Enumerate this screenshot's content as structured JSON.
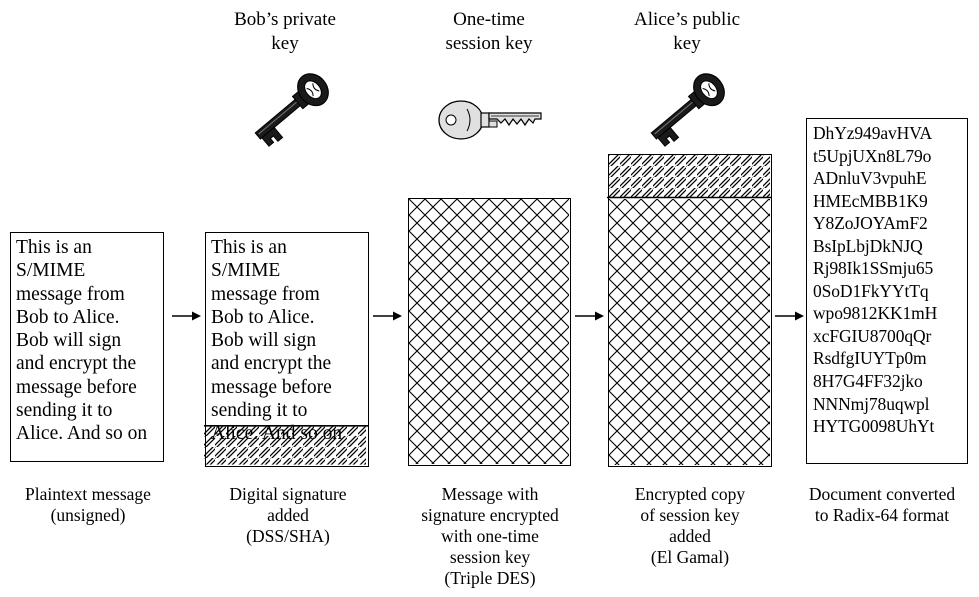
{
  "key_labels": {
    "bob_private": "Bob’s private\nkey",
    "session": "One-time\nsession key",
    "alice_public": "Alice’s public\nkey"
  },
  "icons": {
    "bob_key": "dark-key-icon",
    "session_key": "light-key-icon",
    "alice_key": "dark-key-icon",
    "arrow": "right-arrow-icon"
  },
  "boxes": {
    "plaintext_text": "This is an\nS/MIME\nmessage from\nBob to Alice.\nBob will sign\nand encrypt the\nmessage before\nsending it to\nAlice. And so on",
    "signed_text": "This is an\nS/MIME\nmessage from\nBob to Alice.\nBob will sign\nand encrypt the\nmessage before\nsending it to\nAlice. And so on",
    "radix_text": "DhYz949avHVA\nt5UpjUXn8L79o\nADnluV3vpuhE\nHMEcMBB1K9\nY8ZoJOYAmF2\nBsIpLbjDkNJQ\nRj98Ik1SSmju65\n0SoD1FkYYtTq\nwpo9812KK1mH\nxcFGIU8700qQr\nRsdfgIUYTp0m\n8H7G4FF32jko\nNNNmj78uqwpl\nHYTG0098UhYt"
  },
  "captions": {
    "plaintext": "Plaintext message\n(unsigned)",
    "signature": "Digital signature\nadded\n(DSS/SHA)",
    "encrypted": "Message with\nsignature encrypted\nwith one-time\nsession key\n(Triple DES)",
    "session_copy": "Encrypted copy\nof session key\nadded\n(El Gamal)",
    "radix": "Document converted\nto Radix-64 format"
  }
}
